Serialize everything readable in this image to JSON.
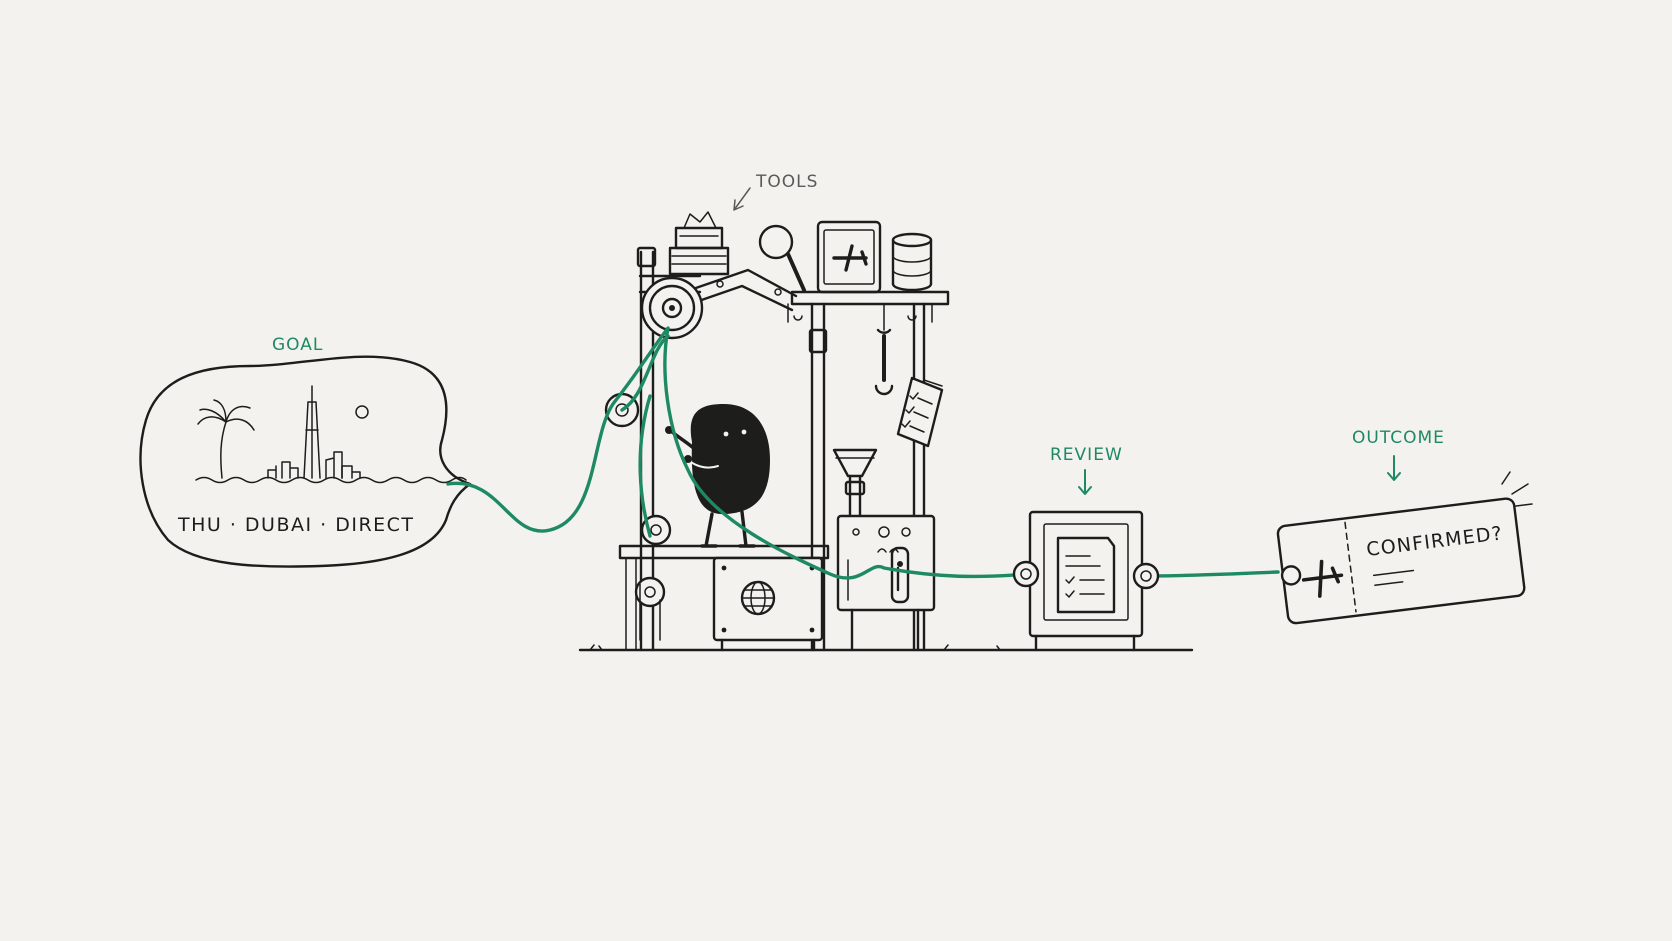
{
  "labels": {
    "goal": "GOAL",
    "tools": "TOOLS",
    "review": "REVIEW",
    "outcome": "OUTCOME"
  },
  "goal_bubble": {
    "text": "THU · DUBAI · DIRECT"
  },
  "ticket": {
    "text": "CONFIRMED?"
  },
  "colors": {
    "accent": "#1e8a63",
    "ink": "#1d1d1b",
    "background": "#f3f2ee",
    "annotation": "#5a5a58"
  },
  "icons": [
    "palm-tree-icon",
    "skyline-icon",
    "sun-icon",
    "magnifier-icon",
    "tablet-plane-icon",
    "database-icon",
    "wrench-icon",
    "checklist-icon",
    "globe-icon",
    "plane-icon",
    "funnel-icon",
    "pulley-icon",
    "paper-stack-icon"
  ]
}
